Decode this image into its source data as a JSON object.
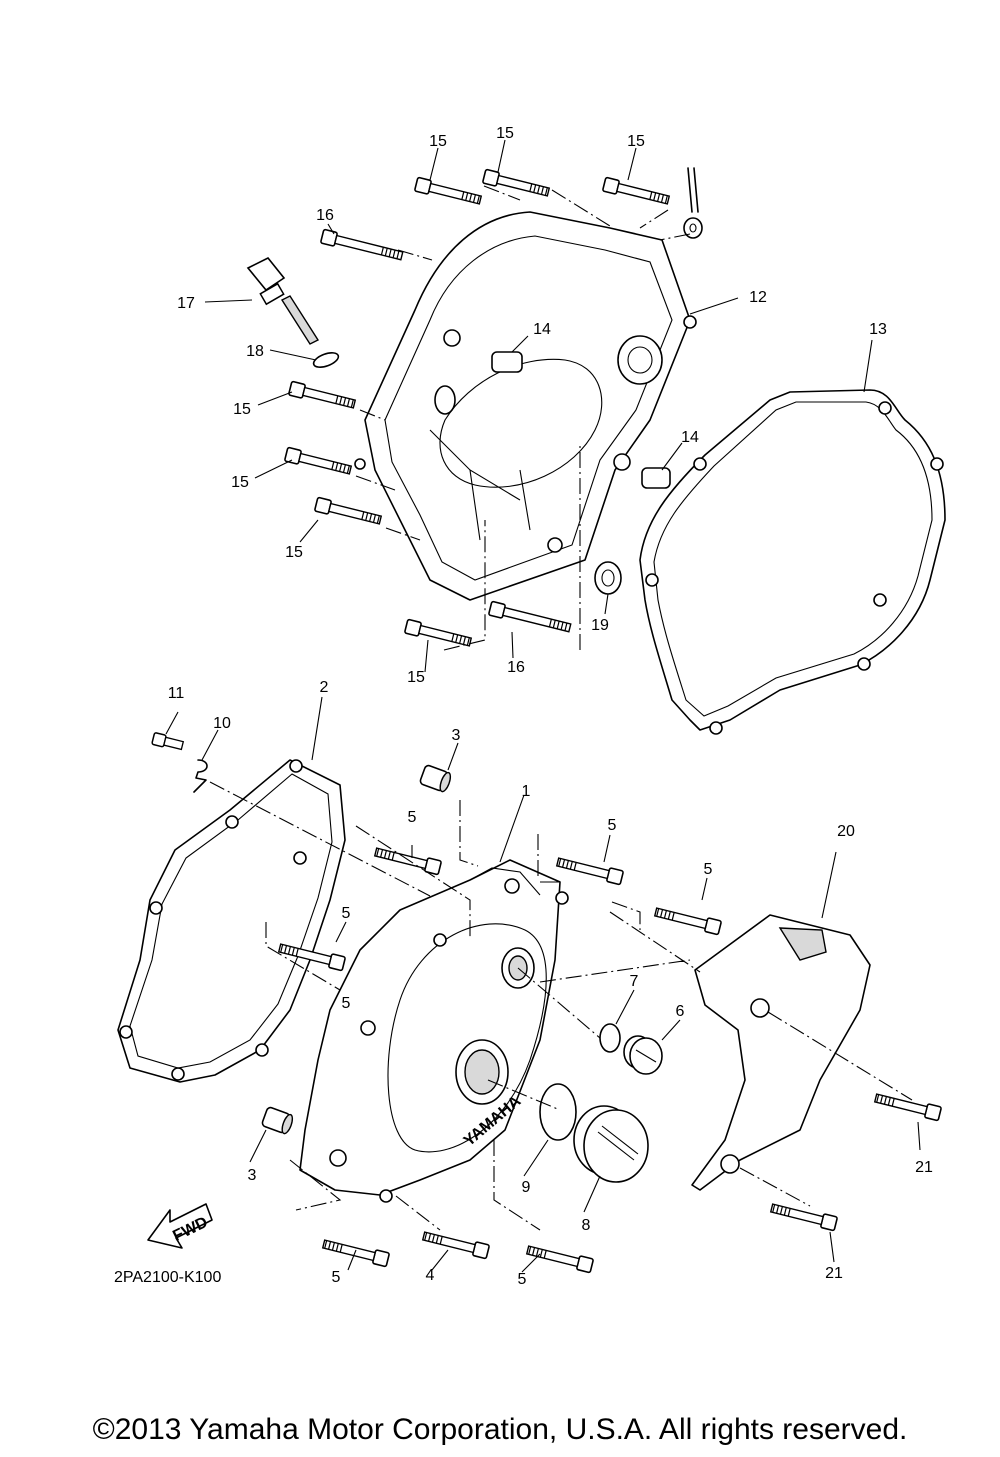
{
  "labels": {
    "p1": "1",
    "p2": "2",
    "p3a": "3",
    "p3b": "3",
    "p4": "4",
    "p5a": "5",
    "p5b": "5",
    "p5c": "5",
    "p5d": "5",
    "p5e": "5",
    "p5f": "5",
    "p5g": "5",
    "p6": "6",
    "p7": "7",
    "p8": "8",
    "p9": "9",
    "p10": "10",
    "p11": "11",
    "p12": "12",
    "p13": "13",
    "p14a": "14",
    "p14b": "14",
    "p15a": "15",
    "p15b": "15",
    "p15c": "15",
    "p15d": "15",
    "p15e": "15",
    "p15f": "15",
    "p15g": "15",
    "p16a": "16",
    "p16b": "16",
    "p17": "17",
    "p18": "18",
    "p19": "19",
    "p20": "20",
    "p21a": "21",
    "p21b": "21"
  },
  "fwd_arrow": "FWD",
  "cover_logo": "YAMAHA",
  "diagram_code": "2PA2100-K100",
  "copyright": "©2013 Yamaha Motor Corporation, U.S.A. All rights reserved."
}
